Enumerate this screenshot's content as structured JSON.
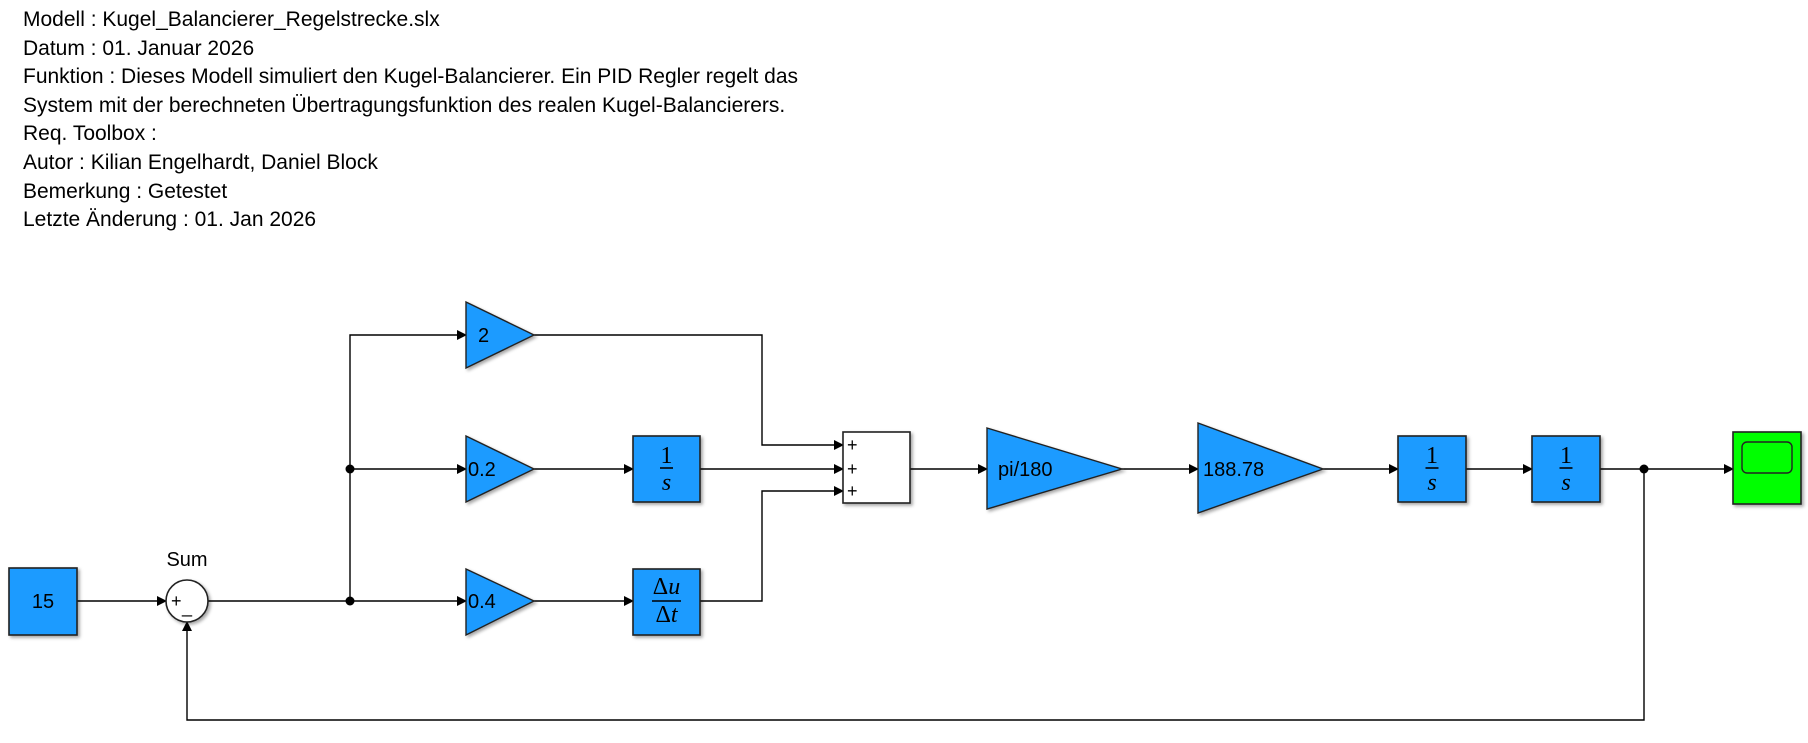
{
  "annotation": {
    "lines": [
      "Modell : Kugel_Balancierer_Regelstrecke.slx",
      "Datum : 01. Januar 2026",
      "Funktion : Dieses Modell simuliert den Kugel-Balancierer. Ein PID Regler regelt das",
      "System mit der berechneten Übertragungsfunktion des realen Kugel-Balancierers.",
      "Req. Toolbox :",
      "Autor : Kilian Engelhardt, Daniel Block",
      "Bemerkung : Getestet",
      "Letzte Änderung : 01. Jan 2026"
    ]
  },
  "colors": {
    "block_fill": "#1a9bff",
    "scope_fill": "#00ff00",
    "sum_fill": "#ffffff",
    "line": "#000000"
  },
  "blocks": {
    "constant": {
      "value": "15"
    },
    "sum": {
      "label": "Sum",
      "signs": "+_"
    },
    "gain_p": {
      "value": "2"
    },
    "gain_i": {
      "value": "0.2"
    },
    "gain_d": {
      "value": "0.4"
    },
    "integrator_pid": {
      "num": "1",
      "den": "s"
    },
    "derivative": {
      "num": "Δu",
      "den": "Δt"
    },
    "sum3": {
      "signs": [
        "+",
        "+",
        "+"
      ]
    },
    "gain_deg2rad": {
      "value": "pi/180"
    },
    "gain_plant": {
      "value": "188.78"
    },
    "integrator_1": {
      "num": "1",
      "den": "s"
    },
    "integrator_2": {
      "num": "1",
      "den": "s"
    },
    "scope": {
      "icon": "scope-screen-icon"
    }
  }
}
